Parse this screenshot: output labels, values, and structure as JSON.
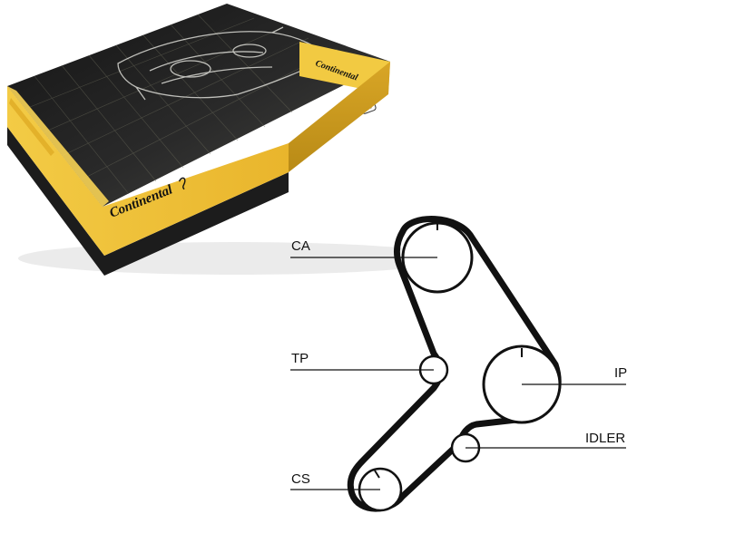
{
  "product_box": {
    "brand_front": "Continental",
    "brand_lid": "Continental",
    "colors": {
      "box_yellow": "#f0c63a",
      "box_yellow_dark": "#c99a1a",
      "box_black": "#1c1c1c"
    }
  },
  "belt_diagram": {
    "labels": {
      "ca": "CA",
      "tp": "TP",
      "ip": "IP",
      "idler": "IDLER",
      "cs": "CS"
    },
    "colors": {
      "belt": "#111111",
      "line": "#111111"
    }
  }
}
